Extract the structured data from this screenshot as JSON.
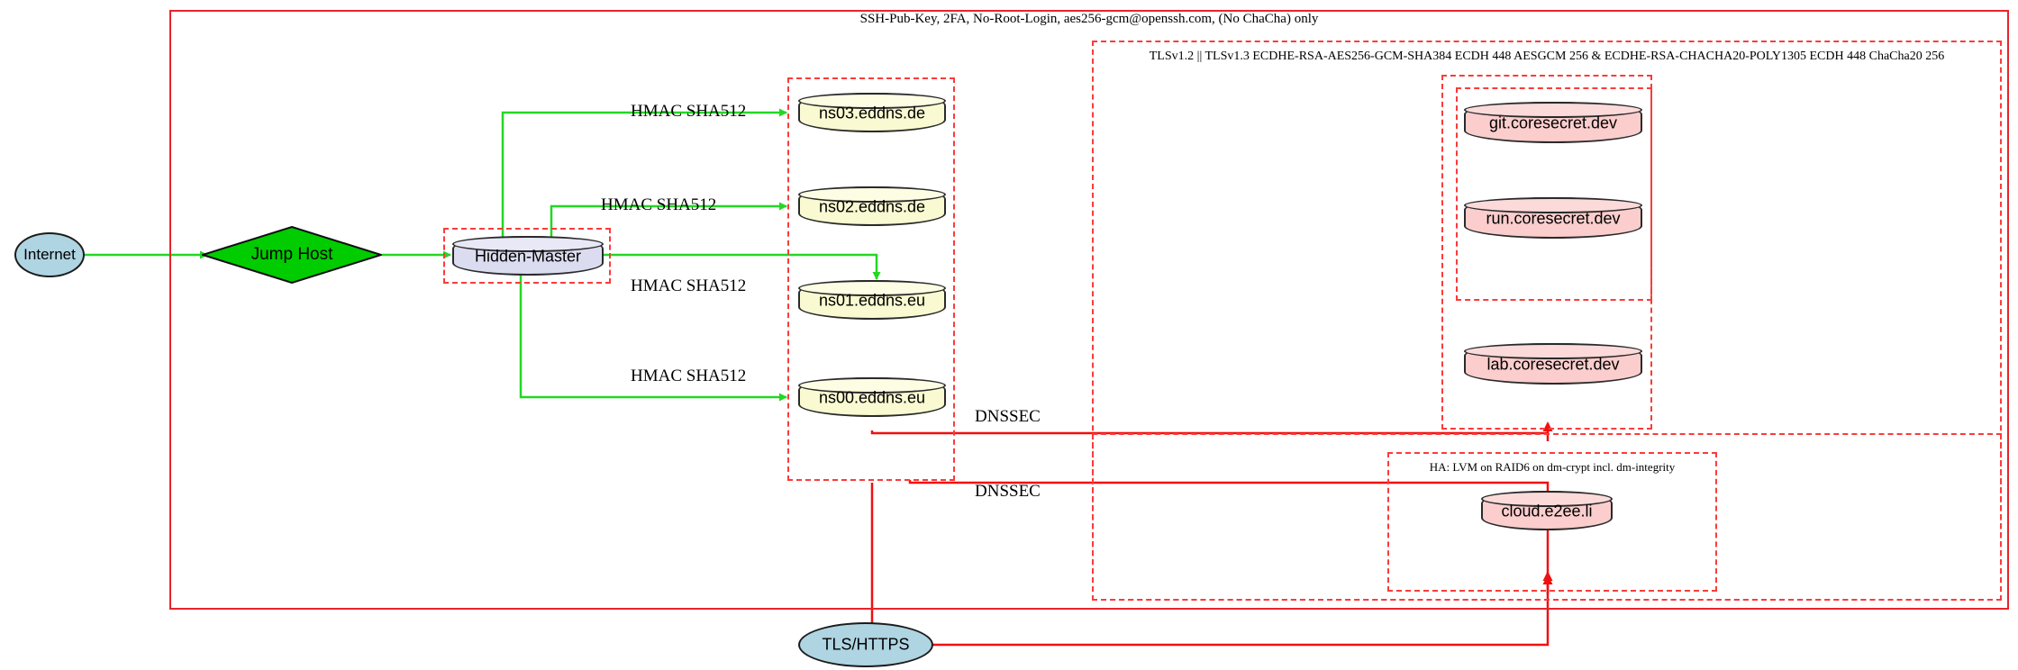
{
  "diagram": {
    "title_label": "SSH-Pub-Key, 2FA, No-Root-Login, aes256-gcm@openssh.com, (No ChaCha) only",
    "zones": {
      "ssh_zone_label": "SSH-Pub-Key, 2FA, No-Root-Login, aes256-gcm@openssh.com, (No ChaCha) only",
      "tls_zone_label": "TLSv1.2 || TLSv1.3 ECDHE-RSA-AES256-GCM-SHA384 ECDH 448 AESGCM 256 & ECDHE-RSA-CHACHA20-POLY1305 ECDH 448 ChaCha20 256",
      "ha_zone_label": "HA: LVM on RAID6 on dm-crypt incl. dm-integrity"
    },
    "nodes": {
      "internet": "Internet",
      "jump_host": "Jump Host",
      "hidden_master": "Hidden-Master",
      "ns03": "ns03.eddns.de",
      "ns02": "ns02.eddns.de",
      "ns01": "ns01.eddns.eu",
      "ns00": "ns00.eddns.eu",
      "git": "git.coresecret.dev",
      "run": "run.coresecret.dev",
      "lab": "lab.coresecret.dev",
      "cloud": "cloud.e2ee.li",
      "tls_https": "TLS/HTTPS"
    },
    "edges": {
      "hmac_ns03": "HMAC SHA512",
      "hmac_ns02": "HMAC SHA512",
      "hmac_ns01": "HMAC SHA512",
      "hmac_ns00": "HMAC SHA512",
      "dnssec_upper": "DNSSEC",
      "dnssec_lower": "DNSSEC"
    },
    "colors": {
      "zone_solid": "#e8242a",
      "zone_dashed": "#fb3b3b",
      "green_edge": "#22d822",
      "red_edge": "#f01010",
      "internet_fill": "#afd4e2",
      "jump_host_fill": "#00cc00",
      "hidden_master_fill": "#dcdcf0",
      "dns_fill": "#fafad2",
      "service_fill": "#fbcdcd",
      "node_stroke": "#2a2a2a"
    }
  }
}
